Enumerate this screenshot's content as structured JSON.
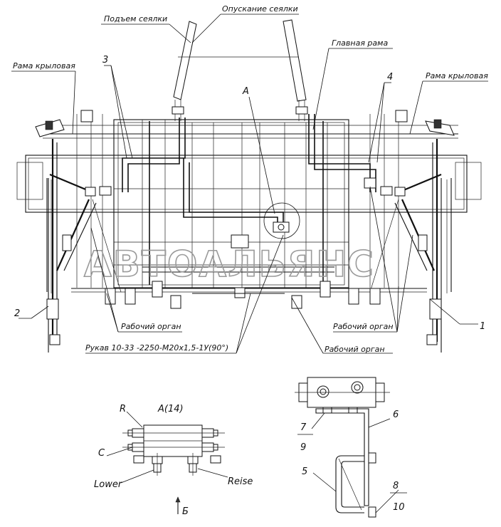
{
  "labels": {
    "podem": "Подъем сеялки",
    "opuskanie": "Опускание сеялки",
    "glavnaya_rama": "Главная рама",
    "rama_left": "Рама крыловая",
    "rama_right": "Рама крыловая",
    "callout_a": "A",
    "num_1": "1",
    "num_2": "2",
    "num_3": "3",
    "num_4": "4",
    "rab_organ_left": "Рабочий орган",
    "rab_organ_right1": "Рабочий орган",
    "rab_organ_right2": "Рабочий орган",
    "rukav": "Рукав 10-33 -2250-М20х1,5-1У(90°)"
  },
  "watermark": "АВТОАЛЬЯНС",
  "detail_a": {
    "title": "A(14)",
    "port_r": "R",
    "port_c": "C",
    "port_lower": "Lower",
    "port_reise": "Reise",
    "view_b": "Б"
  },
  "bracket": {
    "n5": "5",
    "n6": "6",
    "n7": "7",
    "n8": "8",
    "n9": "9",
    "n10": "10"
  }
}
